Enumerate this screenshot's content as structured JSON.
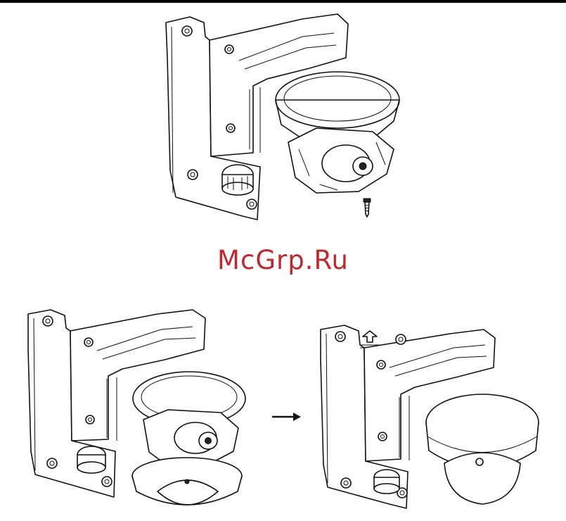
{
  "watermark": {
    "text": "McGrp.Ru",
    "color": "#c0282e"
  },
  "figures": [
    {
      "id": "camera-mounting-step-1",
      "icon": "bracket-with-camera-base-and-screw"
    },
    {
      "id": "camera-mounting-step-2",
      "icon": "camera-with-dome-cover-removed"
    },
    {
      "id": "camera-mounting-step-3",
      "icon": "camera-with-dome-cover-attached"
    }
  ],
  "arrow": {
    "icon": "right-arrow-icon"
  },
  "colors": {
    "line": "#111111",
    "background": "#ffffff"
  }
}
